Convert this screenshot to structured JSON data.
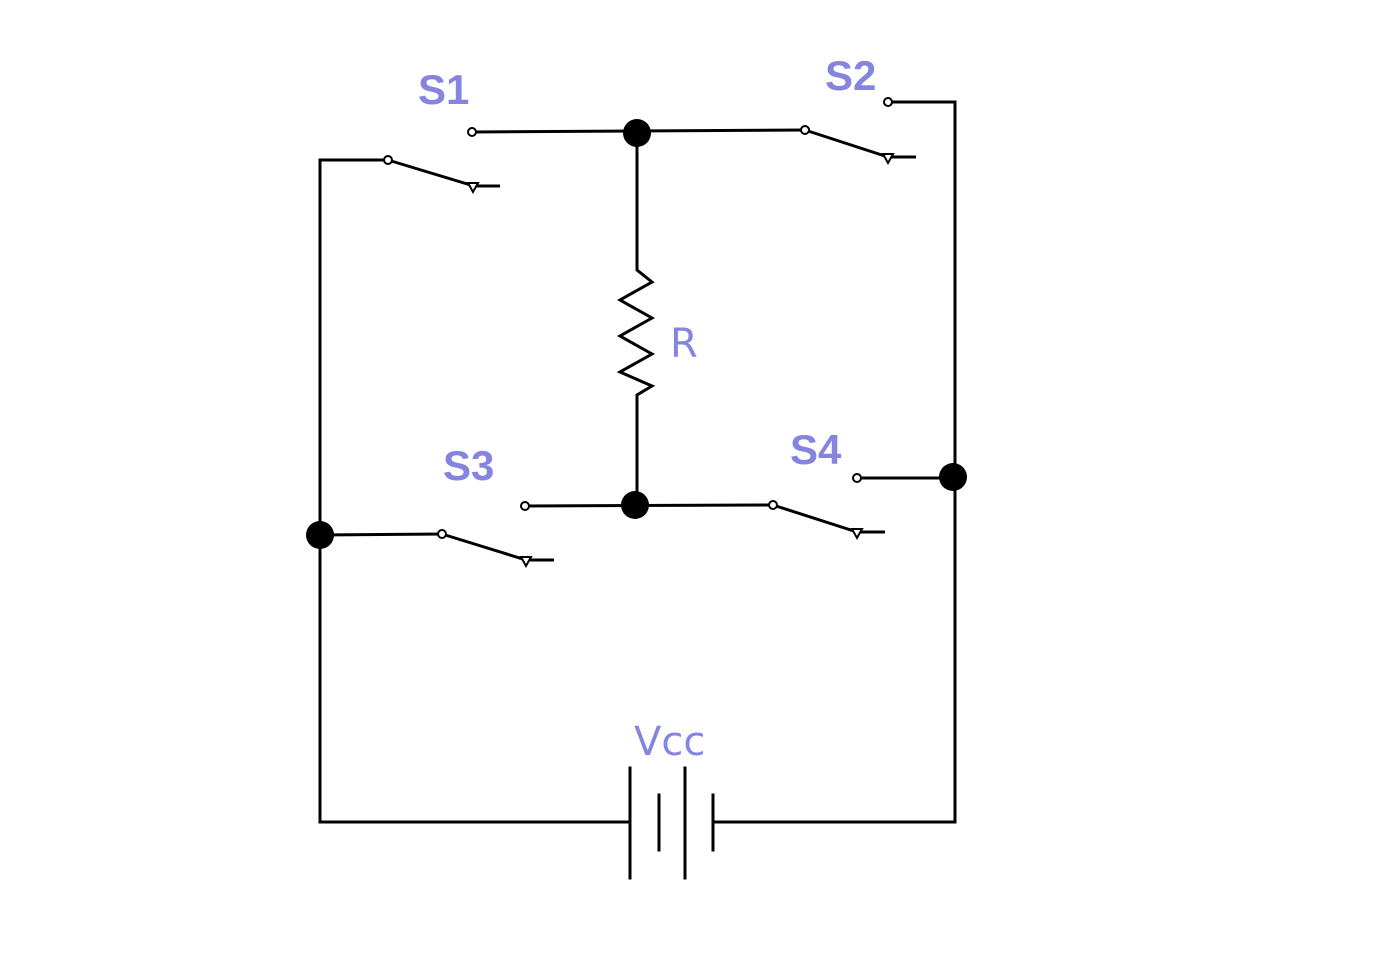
{
  "diagram": {
    "label_color": "#8585e0",
    "line_color": "#000000",
    "switches": [
      {
        "id": "s1",
        "label": "S1"
      },
      {
        "id": "s2",
        "label": "S2"
      },
      {
        "id": "s3",
        "label": "S3"
      },
      {
        "id": "s4",
        "label": "S4"
      }
    ],
    "resistor": {
      "label": "R"
    },
    "source": {
      "label": "Vcc"
    }
  }
}
